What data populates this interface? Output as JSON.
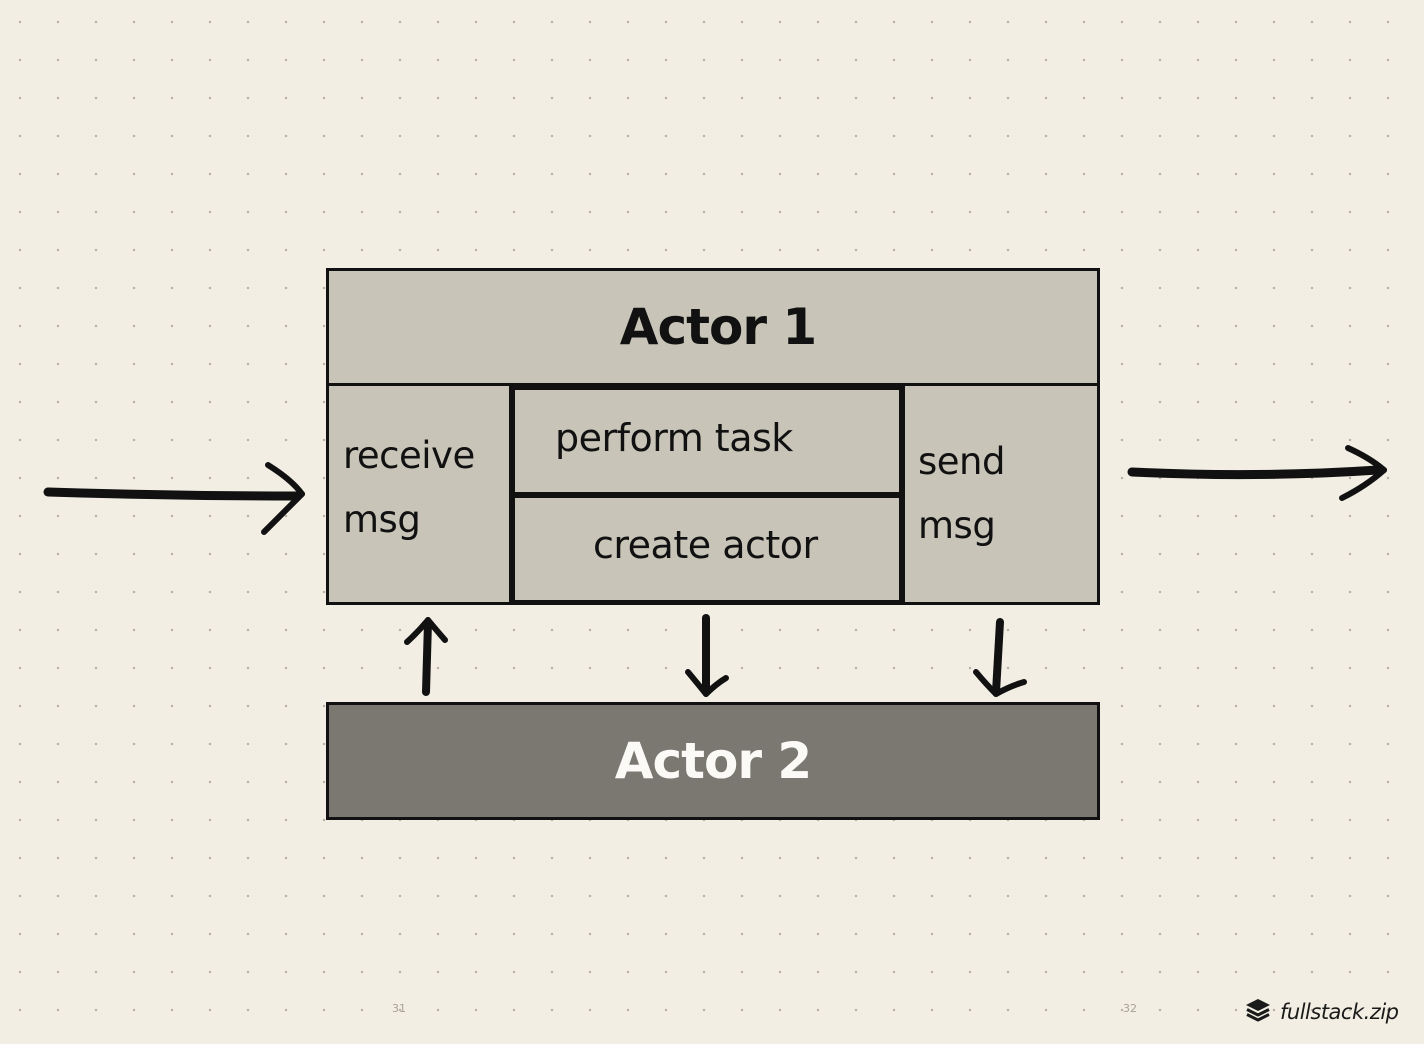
{
  "diagram": {
    "actor1": {
      "title": "Actor 1",
      "receive": {
        "line1": "receive",
        "line2": "msg"
      },
      "perform": "perform task",
      "create": "create actor",
      "send": {
        "line1": "send",
        "line2": "msg"
      }
    },
    "actor2": {
      "title": "Actor 2"
    }
  },
  "footer": {
    "page_left": "31",
    "page_right": "32",
    "brand": "fullstack.zip",
    "brand_icon": "stack-layers-icon"
  },
  "colors": {
    "background": "#f2eee3",
    "actor1_fill": "#c8c4b8",
    "actor2_fill": "#7b7872",
    "ink": "#111111"
  }
}
